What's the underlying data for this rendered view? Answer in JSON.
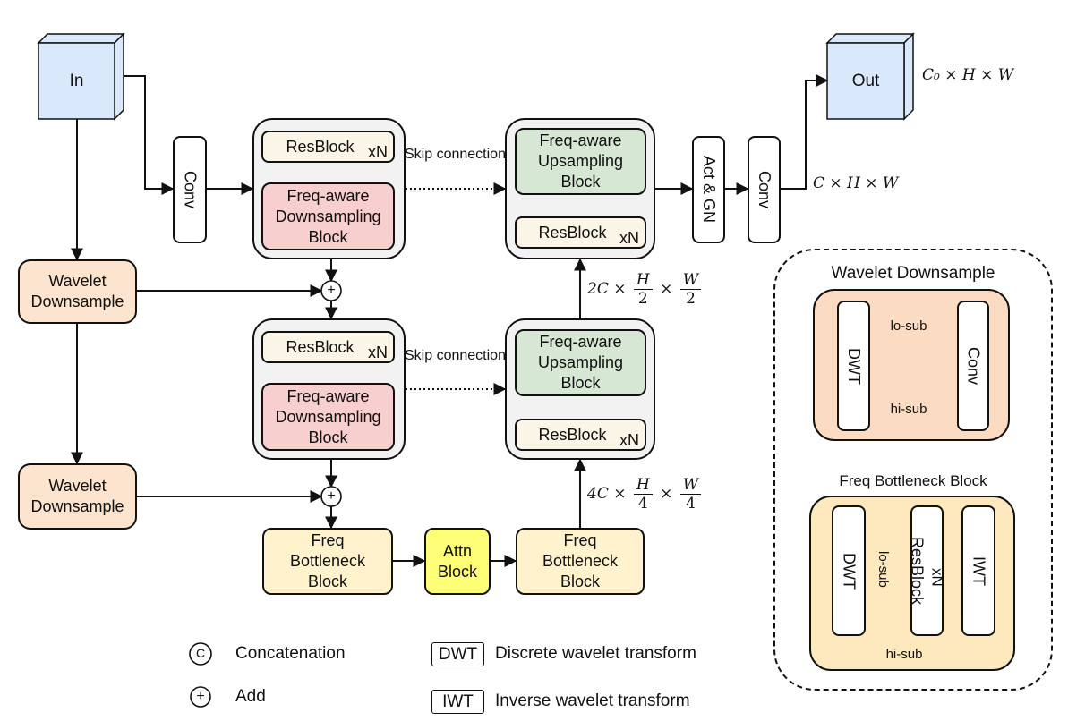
{
  "colors": {
    "input_output": "#dae8fc",
    "downsampling": "#f7cfcf",
    "upsampling": "#d6e8d4",
    "resblock": "#fbf5e7",
    "bottleneck": "#fff2cc",
    "wavelet": "#fde4cf",
    "attention": "#ffff77"
  },
  "main": {
    "input": "In",
    "output": "Out",
    "conv_in": "Conv",
    "conv_out": "Conv",
    "act_gn": "Act & GN",
    "resblock": "ResBlock",
    "repeat": "xN",
    "freq_down": "Freq-aware Downsampling Block",
    "freq_up": "Freq-aware Upsampling Block",
    "wavelet_down": "Wavelet Downsample",
    "bottleneck": "Freq Bottleneck Block",
    "attn": "Attn Block",
    "skip": "Skip connection",
    "add_symbol": "+",
    "concat_symbol": "C"
  },
  "shapes": {
    "out_shape": "C₀ × H × W",
    "conv_shape": "C × H × W",
    "level1": {
      "ch": "2C",
      "h": "H",
      "hd": "2",
      "w": "W",
      "wd": "2"
    },
    "level2": {
      "ch": "4C",
      "h": "H",
      "hd": "4",
      "w": "W",
      "wd": "4"
    },
    "times": "×"
  },
  "panel_wavelet": {
    "title": "Wavelet Downsample",
    "dwt": "DWT",
    "conv": "Conv",
    "lo": "lo-sub",
    "hi": "hi-sub"
  },
  "panel_bottleneck": {
    "title": "Freq Bottleneck Block",
    "dwt": "DWT",
    "resblock": "ResBlock",
    "repeat": "xN",
    "iwt": "IWT",
    "lo": "lo-sub",
    "hi": "hi-sub"
  },
  "legend": {
    "concat_label": "Concatenation",
    "add_label": "Add",
    "dwt_key": "DWT",
    "dwt_label": "Discrete wavelet transform",
    "iwt_key": "IWT",
    "iwt_label": "Inverse wavelet transform"
  }
}
